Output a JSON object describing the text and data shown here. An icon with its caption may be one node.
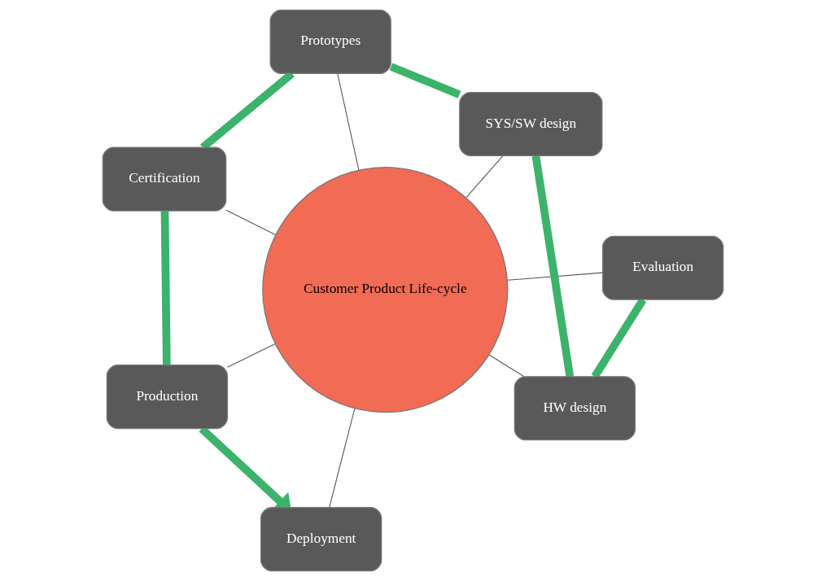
{
  "diagram": {
    "nodes": [
      {
        "text": [
          "Customer Product Life-cycle"
        ]
      },
      {
        "text": [
          "Evaluation"
        ]
      },
      {
        "text": [
          "HW design"
        ]
      },
      {
        "text": [
          "SYS/SW design"
        ]
      },
      {
        "text": [
          "Prototypes"
        ]
      },
      {
        "text": [
          "Certification"
        ]
      },
      {
        "text": [
          "Production"
        ]
      },
      {
        "text": [
          "Deployment"
        ]
      }
    ],
    "edges": [
      {
        "from": 0,
        "to": 1,
        "arrow": "none"
      },
      {
        "from": 0,
        "to": 2,
        "arrow": "none"
      },
      {
        "from": 0,
        "to": 3,
        "arrow": "none"
      },
      {
        "from": 0,
        "to": 4,
        "arrow": "none"
      },
      {
        "from": 0,
        "to": 5,
        "arrow": "none"
      },
      {
        "from": 0,
        "to": 6,
        "arrow": "none"
      },
      {
        "from": 0,
        "to": 7,
        "arrow": "none"
      },
      {
        "from": 1,
        "to": 2,
        "arrow": "none",
        "style": "thick",
        "color": "#3bb36a"
      },
      {
        "from": 2,
        "to": 3,
        "arrow": "none",
        "style": "thick",
        "color": "#3bb36a"
      },
      {
        "from": 3,
        "to": 4,
        "arrow": "none",
        "style": "thick",
        "color": "#3bb36a"
      },
      {
        "from": 4,
        "to": 5,
        "arrow": "none",
        "style": "thick",
        "color": "#3bb36a"
      },
      {
        "from": 5,
        "to": 6,
        "arrow": "none",
        "style": "thick",
        "color": "#3bb36a"
      },
      {
        "from": 6,
        "to": 7,
        "arrow": "to",
        "style": "thick",
        "color": "#3bb36a"
      }
    ]
  }
}
